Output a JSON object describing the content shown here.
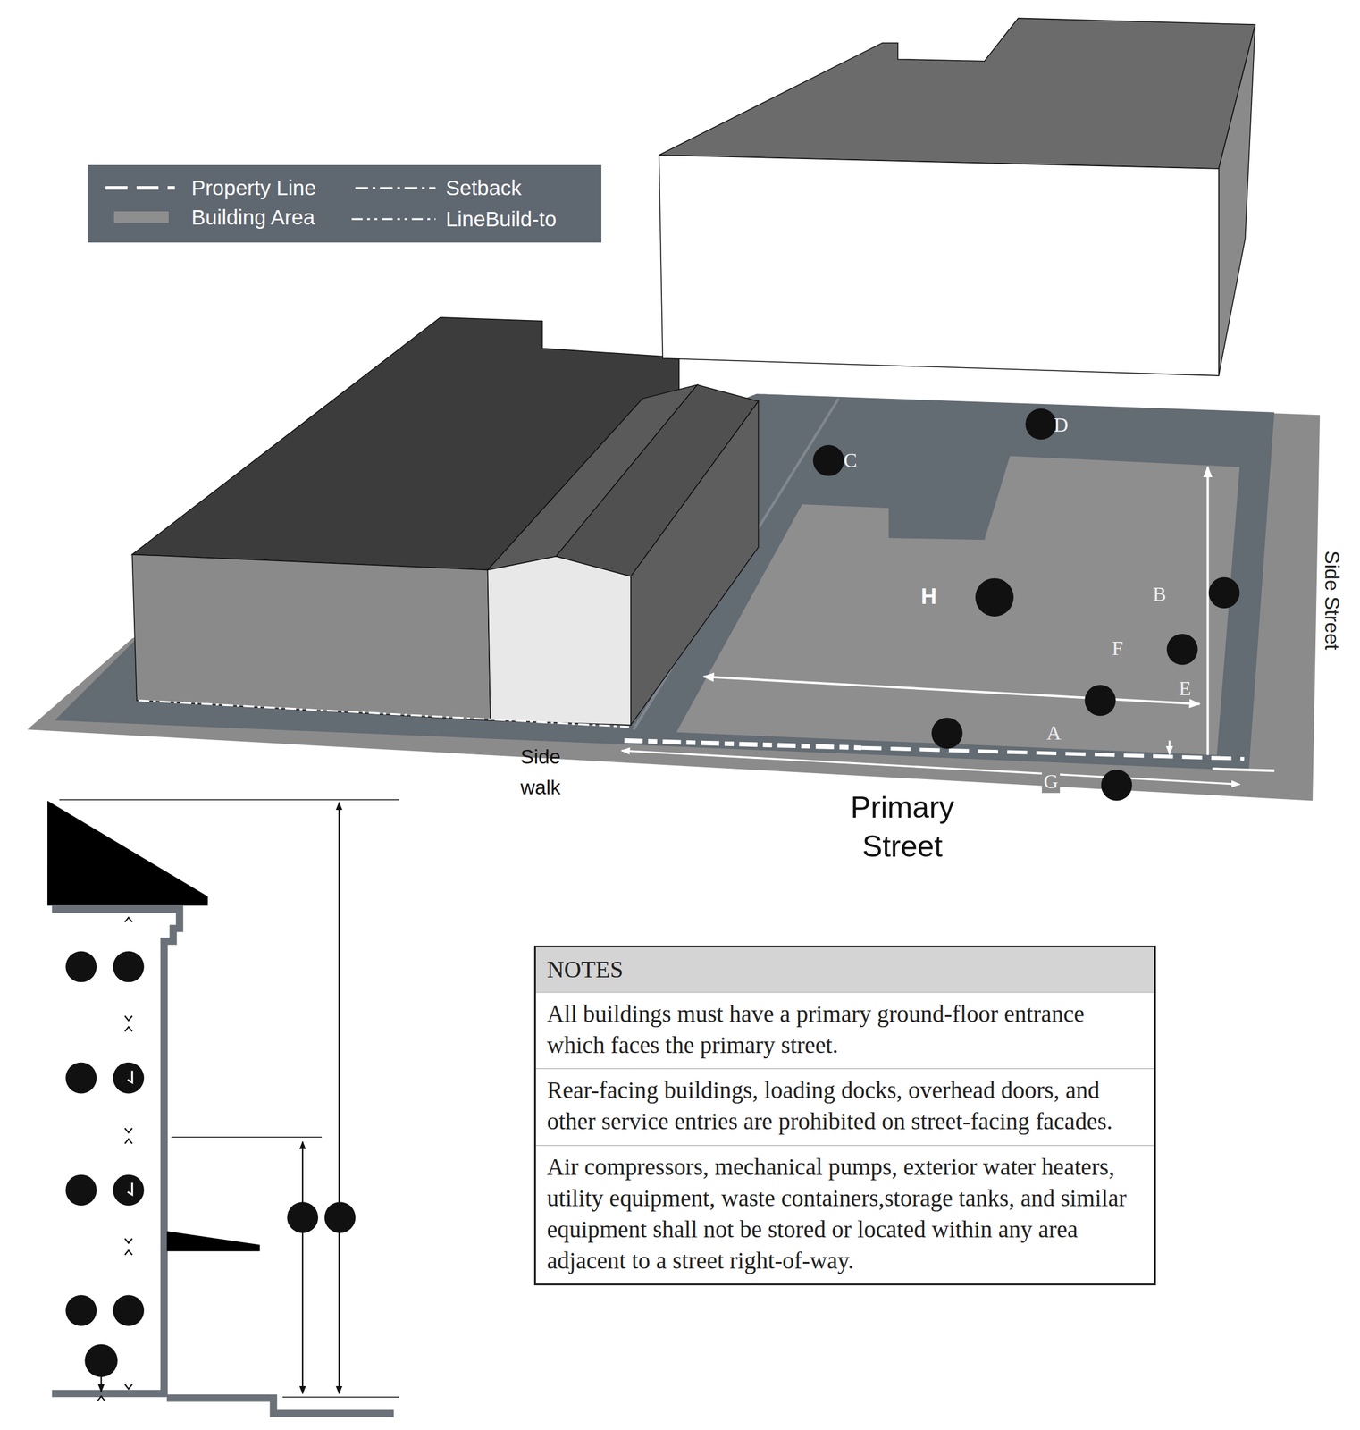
{
  "diagram": {
    "labels": [
      "D",
      "C",
      "H",
      "B",
      "F",
      "E",
      "A",
      "Side Street",
      "Side walk",
      "G",
      "Primary Street",
      "NOTES",
      "All buildings must have a primary ground-floor entrance which faces the primary street.",
      "Rear-facing buildings, loading docks, overhead doors, and other service entries are prohibited on street-facing facades.",
      "Air compressors, mechanical pumps, exterior water heaters, utility equipment, waste containers,storage tanks, and similar equipment shall not be stored or located within any area adjacent to a street right-of-way."
    ],
    "legend": [
      {
        "text": "Property Line"
      },
      {
        "text": "Building Area",
        "color": "#8e8e8e"
      },
      {
        "text": "Setback"
      },
      {
        "text": "LineBuild-to"
      }
    ]
  }
}
